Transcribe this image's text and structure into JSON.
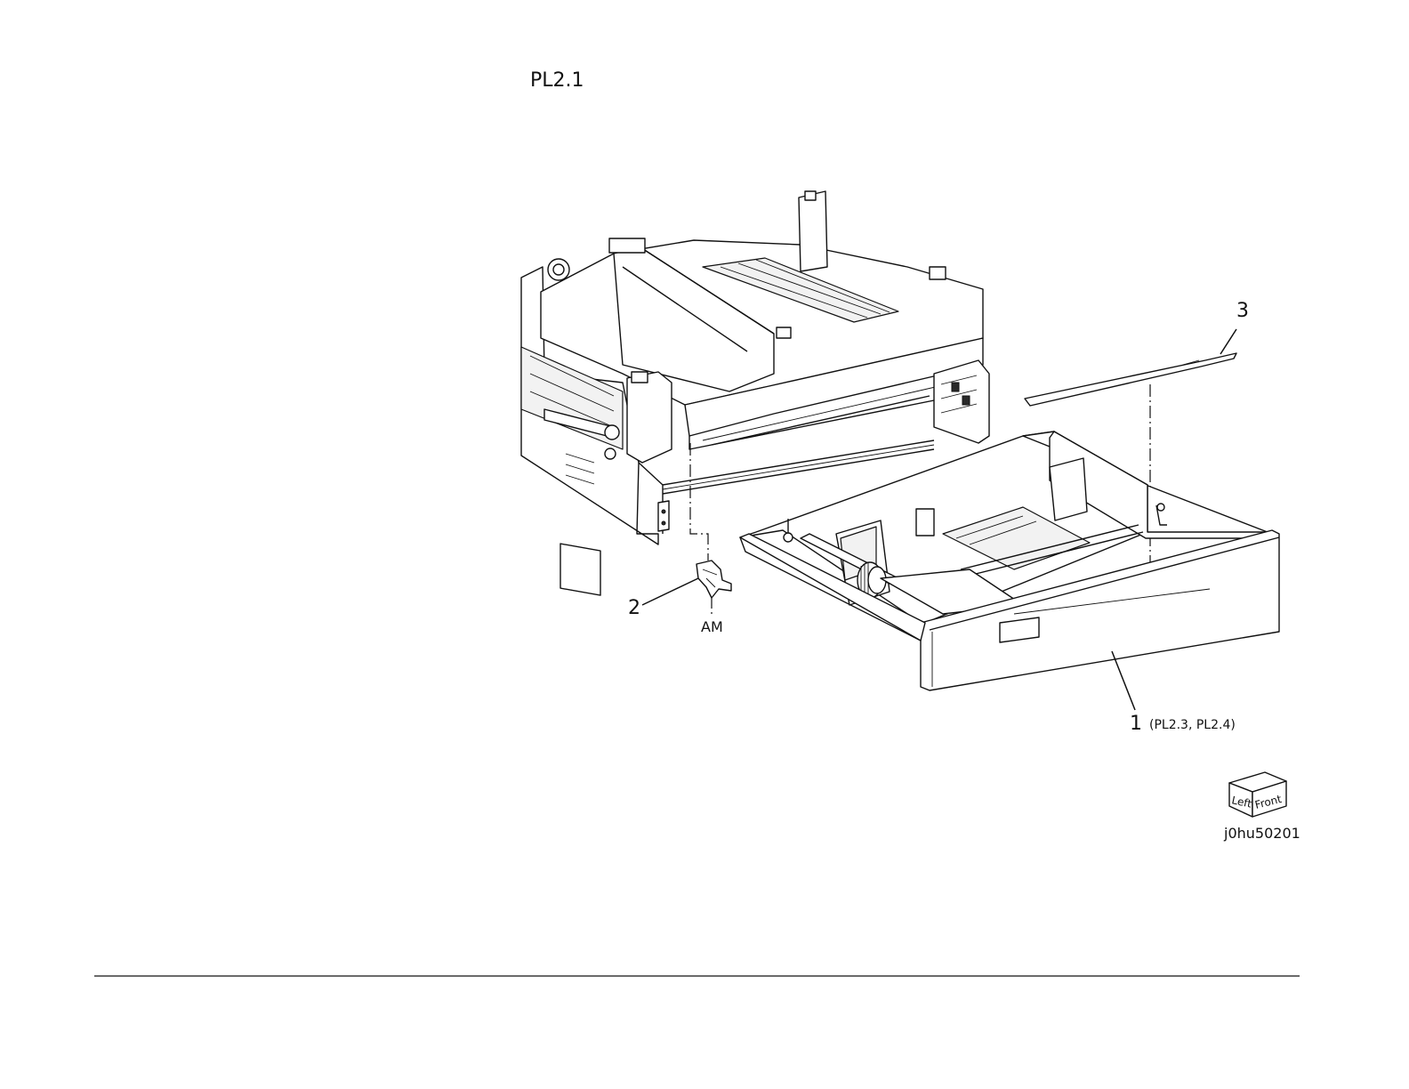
{
  "plate": {
    "id": "PL2.1"
  },
  "callouts": {
    "item1_number": "1",
    "item1_refs": "(PL2.3, PL2.4)",
    "item2_number": "2",
    "item2_sub": "AM",
    "item3_number": "3"
  },
  "orientation": {
    "left_label": "Left",
    "front_label": "Front"
  },
  "image_code": "j0hu50201"
}
